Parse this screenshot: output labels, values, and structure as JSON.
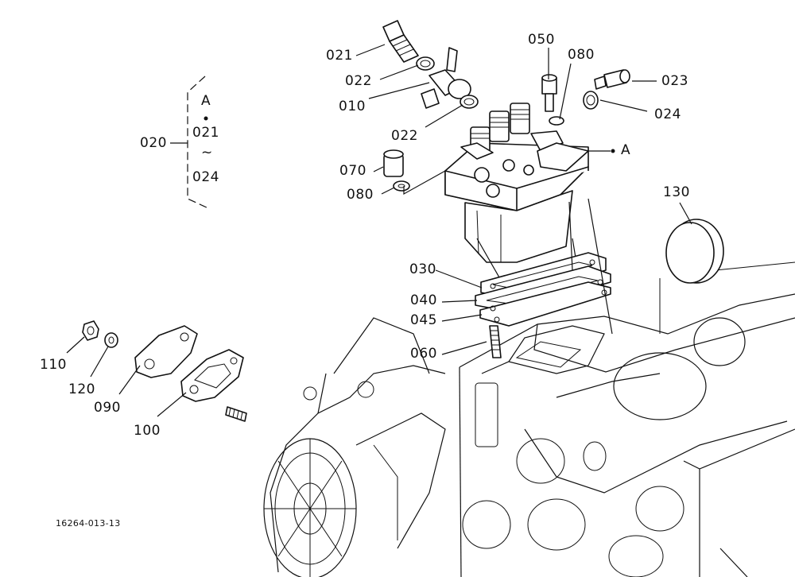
{
  "labels": {
    "p021": "021",
    "p022a": "022",
    "p010": "010",
    "p022b": "022",
    "p050": "050",
    "p080a": "080",
    "p023": "023",
    "p024": "024",
    "pA": "A",
    "p070": "070",
    "p080b": "080",
    "p130": "130",
    "p030": "030",
    "p040": "040",
    "p045": "045",
    "p060": "060",
    "p110": "110",
    "p120": "120",
    "p090": "090",
    "p100": "100"
  },
  "bracket": {
    "label": "020",
    "top": "A",
    "mid": "021",
    "tilde": "~",
    "bottom": "024"
  },
  "drawing_number": "16264-013-13"
}
